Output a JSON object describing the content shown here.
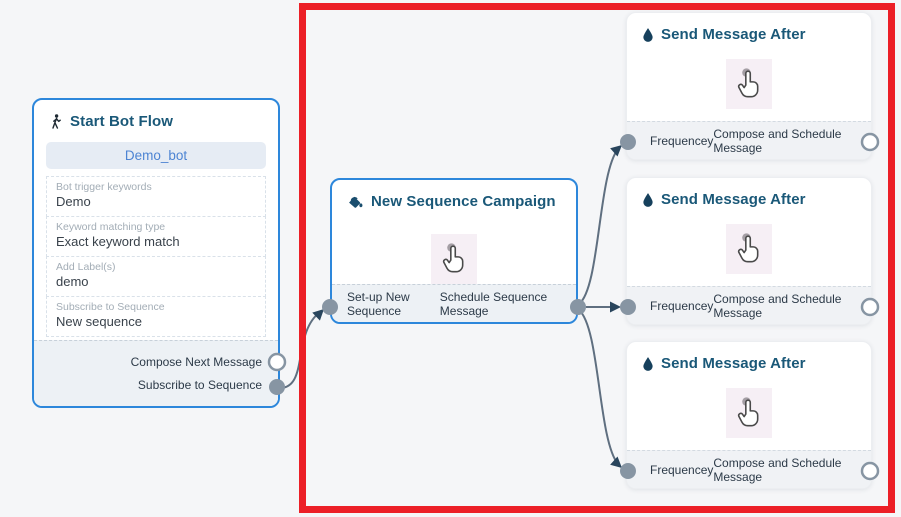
{
  "canvas": {
    "background": "#f5f6f8",
    "accent_border": "#2d87db",
    "edge_color": "#5f6f80",
    "arrow_color": "#29455d",
    "port_fill": "#8795a3",
    "highlight_rect_color": "#ec1f27",
    "title_color": "#1a5878"
  },
  "nodes": {
    "start_bot_flow": {
      "title": "Start Bot Flow",
      "icon": "walking-person-icon",
      "button": "Demo_bot",
      "fields": [
        {
          "label": "Bot trigger keywords",
          "value": "Demo"
        },
        {
          "label": "Keyword matching type",
          "value": "Exact keyword match"
        },
        {
          "label": "Add Label(s)",
          "value": "demo"
        },
        {
          "label": "Subscribe to Sequence",
          "value": "New sequence"
        }
      ],
      "ports": [
        {
          "label": "Compose Next Message",
          "type": "hollow"
        },
        {
          "label": "Subscribe to Sequence",
          "type": "filled"
        }
      ]
    },
    "new_sequence_campaign": {
      "title": "New Sequence Campaign",
      "icon": "paint-bucket-icon",
      "center_icon": "hand-cursor-icon",
      "ports": {
        "left": "Set-up New Sequence",
        "right": "Schedule Sequence Message"
      }
    },
    "send_message_after": {
      "title": "Send Message After",
      "icon": "water-drop-icon",
      "center_icon": "hand-cursor-icon",
      "instance_count": 3,
      "ports": {
        "left": "Frequencey",
        "right": "Compose and Schedule Message"
      }
    }
  }
}
